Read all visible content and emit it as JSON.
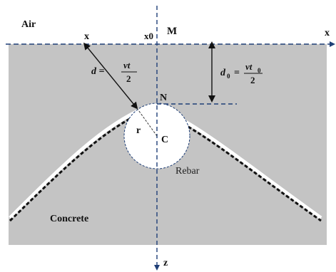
{
  "labels": {
    "air": "Air",
    "x_left": "x",
    "x0": "x0",
    "m": "M",
    "x_right": "x",
    "n": "N",
    "r": "r",
    "c": "C",
    "rebar": "Rebar",
    "concrete": "Concrete",
    "z": "z"
  },
  "formulas": {
    "d_lhs": "d =",
    "d_num": "vt",
    "d_den": "2",
    "d0_lhs": "d",
    "d0_sub": "0",
    "d0_eq": "=",
    "d0_num": "vt",
    "d0_num_sub": "0",
    "d0_den": "2"
  },
  "colors": {
    "background_fill": "#c4c4c4",
    "air": "#ffffff",
    "axis": "#1f3f77",
    "rebar_fill": "#ffffff",
    "hyperbola": "#111111"
  }
}
